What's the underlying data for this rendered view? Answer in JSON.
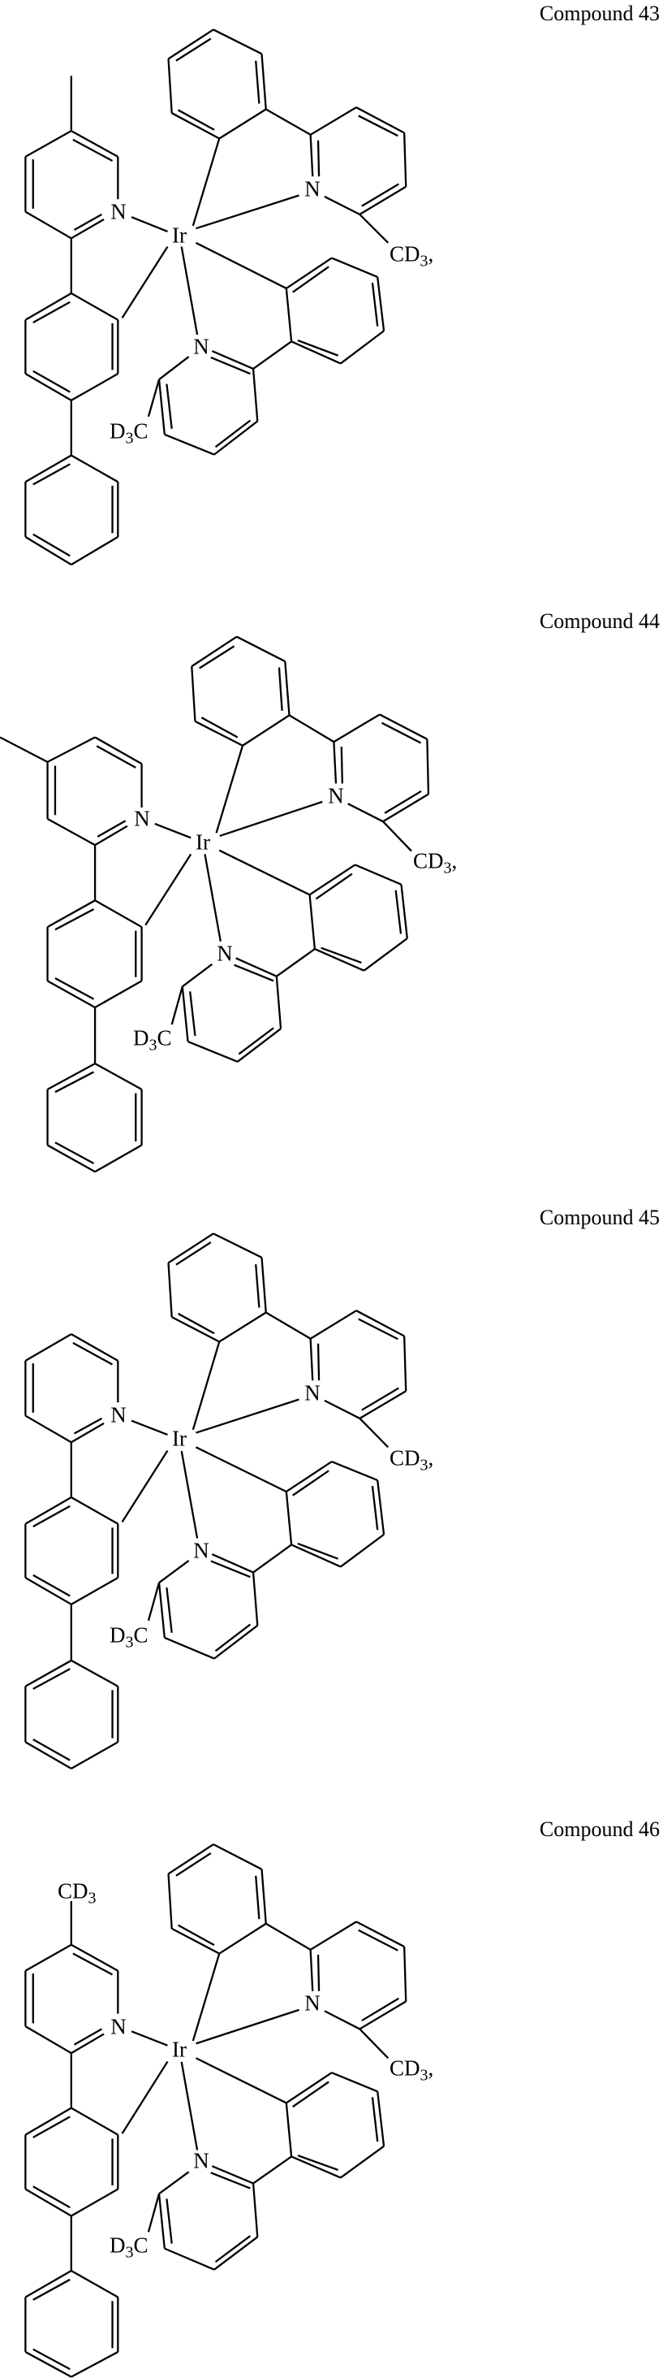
{
  "document": {
    "type": "chemical structure drawings",
    "compounds": [
      {
        "label": "Compound 43",
        "metal": "Ir",
        "ligand_atoms": {
          "n_left": "N",
          "n_top": "N",
          "n_bottom": "N"
        },
        "substituents": {
          "left_ring": "methyl (5-position)",
          "top_pyridine": "CD3,",
          "bottom_pyridine": "D3C"
        },
        "texts": {
          "cd3_top": "CD",
          "cd3_top_sub": "3",
          "cd3_top_tail": ",",
          "d3c_bottom_D": "D",
          "d3c_bottom_sub": "3",
          "d3c_bottom_C": "C"
        }
      },
      {
        "label": "Compound 44",
        "metal": "Ir",
        "ligand_atoms": {
          "n_left": "N",
          "n_top": "N",
          "n_bottom": "N"
        },
        "substituents": {
          "left_ring": "methyl (4-position)",
          "top_pyridine": "CD3,",
          "bottom_pyridine": "D3C"
        },
        "texts": {
          "cd3_top": "CD",
          "cd3_top_sub": "3",
          "cd3_top_tail": ",",
          "d3c_bottom_D": "D",
          "d3c_bottom_sub": "3",
          "d3c_bottom_C": "C"
        }
      },
      {
        "label": "Compound 45",
        "metal": "Ir",
        "ligand_atoms": {
          "n_left": "N",
          "n_top": "N",
          "n_bottom": "N"
        },
        "substituents": {
          "left_ring": "none",
          "top_pyridine": "CD3,",
          "bottom_pyridine": "D3C"
        },
        "texts": {
          "cd3_top": "CD",
          "cd3_top_sub": "3",
          "cd3_top_tail": ",",
          "d3c_bottom_D": "D",
          "d3c_bottom_sub": "3",
          "d3c_bottom_C": "C"
        }
      },
      {
        "label": "Compound 46",
        "metal": "Ir",
        "ligand_atoms": {
          "n_left": "N",
          "n_top": "N",
          "n_bottom": "N"
        },
        "substituents": {
          "left_ring": "CD3 (5-position)",
          "top_pyridine": "CD3,",
          "bottom_pyridine": "D3C"
        },
        "texts": {
          "cd3_top": "CD",
          "cd3_top_sub": "3",
          "cd3_top_tail": ",",
          "d3c_bottom_D": "D",
          "d3c_bottom_sub": "3",
          "d3c_bottom_C": "C",
          "left_cd3": "CD",
          "left_cd3_sub": "3"
        }
      }
    ]
  }
}
